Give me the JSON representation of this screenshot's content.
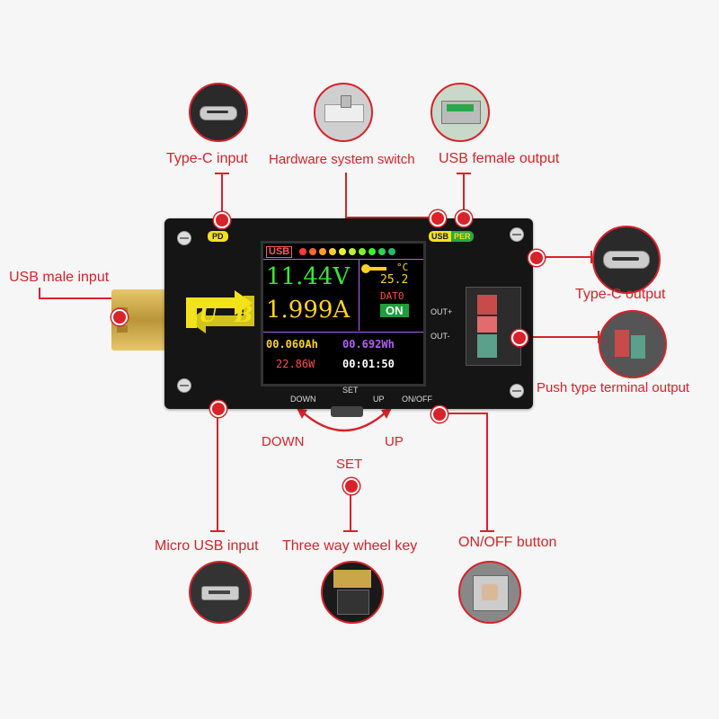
{
  "labels": {
    "typec_input": "Type-C input",
    "hw_switch": "Hardware system switch",
    "usb_female_output": "USB female output",
    "usb_male_input": "USB male input",
    "typec_output": "Type-C output",
    "push_terminal": "Push type terminal output",
    "down": "DOWN",
    "up": "UP",
    "set": "SET",
    "micro_usb_input": "Micro USB input",
    "wheel_key": "Three way wheel key",
    "onoff_button": "ON/OFF button"
  },
  "board": {
    "pd": "PD",
    "usb": "USB",
    "per": "PER",
    "logo_u": "U",
    "logo_b": "B",
    "out_plus": "OUT+",
    "out_minus": "OUT-",
    "down": "DOWN",
    "set": "SET",
    "up": "UP",
    "onoff": "ON/OFF"
  },
  "screen": {
    "mode": "USB",
    "voltage": "11.44V",
    "current": "1.999A",
    "temp_unit": "°C",
    "temp": "25.2",
    "data_mode": "DAT0",
    "state": "ON",
    "capacity": "00.060Ah",
    "energy": "00.692Wh",
    "power": "22.86W",
    "time": "00:01:50"
  },
  "colors": {
    "accent_red": "#d9222a",
    "voltage": "#39e639",
    "current": "#ffd21f",
    "capacity": "#ffd21f",
    "energy": "#b35cff",
    "power": "#ff4a4a",
    "time": "#ffffff",
    "on_badge": "#1e9e3a",
    "board_bg": "#151515",
    "logo": "#f2e21a"
  },
  "icons": [
    "usb-logo-icon",
    "thermometer-icon",
    "screw-icon",
    "arrow-icon"
  ]
}
